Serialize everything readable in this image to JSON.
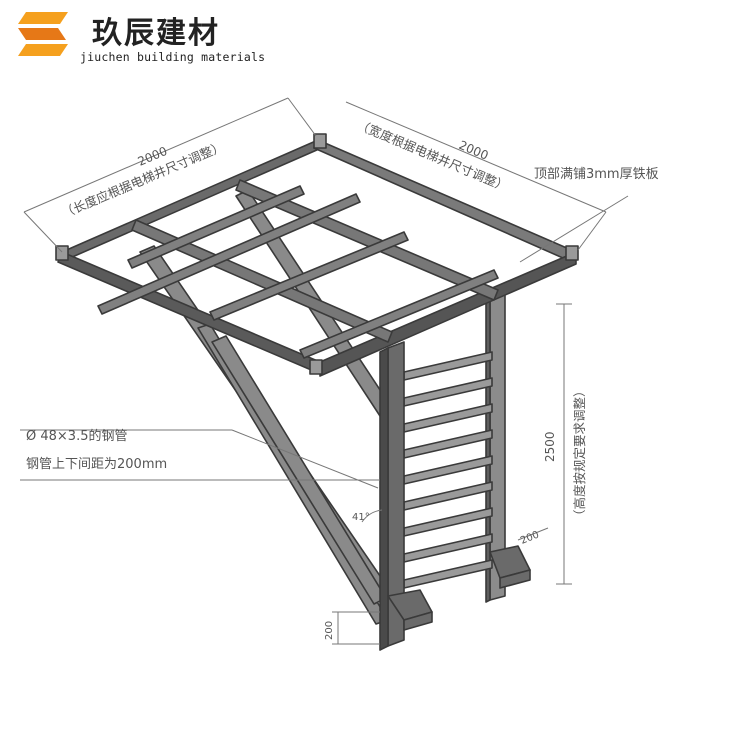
{
  "brand": {
    "name_cn": "玖辰建材",
    "name_en": "jiuchen building materials",
    "colors": {
      "orange": "#f5a01e",
      "orange_dark": "#e67817"
    },
    "logo_icon": "stacked-blocks-logo-icon"
  },
  "labels": {
    "dim_length": "2000",
    "dim_length_note": "（长度应根据电梯井尺寸调整）",
    "dim_width": "2000",
    "dim_width_note": "（宽度根据电梯井尺寸调整）",
    "top_plate": "顶部满铺3mm厚铁板",
    "pipe_spec": "Ø 48×3.5的钢管",
    "pipe_spacing": "钢管上下间距为200mm",
    "dim_height": "2500",
    "dim_height_note": "（高度按规定要求调整）",
    "angle": "41°",
    "foot_dim": "200",
    "base_dim": "200"
  },
  "colors": {
    "steel": "#4a4a4a",
    "dim_line": "#777777",
    "text": "#555555"
  }
}
